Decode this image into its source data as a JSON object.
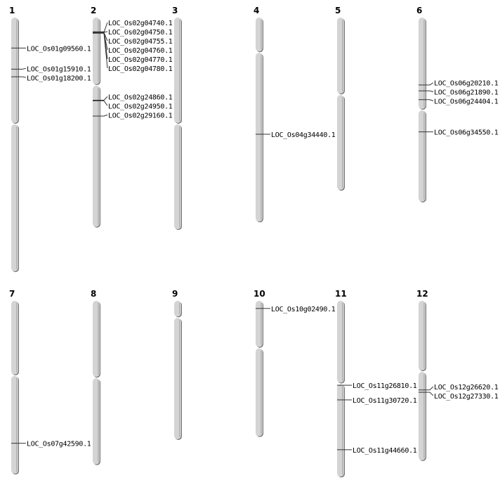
{
  "units": "Mb",
  "chromosomes": [
    {
      "name": "1",
      "length": 43.3,
      "centromere": 18.1,
      "markers": [
        {
          "label": "LOC_Os01g09560.1",
          "pos": 5.2
        },
        {
          "label": "LOC_Os01g15910.1",
          "pos": 8.8
        },
        {
          "label": "LOC_Os01g18200.1",
          "pos": 10.1
        }
      ]
    },
    {
      "name": "2",
      "length": 35.7,
      "centromere": 11.5,
      "markers": [
        {
          "label": "LOC_Os02g04740.1",
          "pos": 2.5
        },
        {
          "label": "LOC_Os02g04750.1",
          "pos": 2.5
        },
        {
          "label": "LOC_Os02g04755.1",
          "pos": 2.55
        },
        {
          "label": "LOC_Os02g04760.1",
          "pos": 2.55
        },
        {
          "label": "LOC_Os02g04770.1",
          "pos": 2.6
        },
        {
          "label": "LOC_Os02g04780.1",
          "pos": 2.6
        },
        {
          "label": "LOC_Os02g24860.1",
          "pos": 14.1
        },
        {
          "label": "LOC_Os02g24950.1",
          "pos": 14.2
        },
        {
          "label": "LOC_Os02g29160.1",
          "pos": 16.8
        }
      ]
    },
    {
      "name": "3",
      "length": 36.1,
      "centromere": 18.1,
      "markers": []
    },
    {
      "name": "4",
      "length": 34.8,
      "centromere": 5.9,
      "markers": [
        {
          "label": "LOC_Os04g34440.1",
          "pos": 19.9
        }
      ]
    },
    {
      "name": "5",
      "length": 29.4,
      "centromere": 13.1,
      "markers": []
    },
    {
      "name": "6",
      "length": 31.4,
      "centromere": 15.7,
      "markers": [
        {
          "label": "LOC_Os06g20210.1",
          "pos": 11.5
        },
        {
          "label": "LOC_Os06g21890.1",
          "pos": 12.5
        },
        {
          "label": "LOC_Os06g24404.1",
          "pos": 14.0
        },
        {
          "label": "LOC_Os06g34550.1",
          "pos": 19.5
        }
      ]
    },
    {
      "name": "7",
      "length": 29.5,
      "centromere": 12.7,
      "markers": [
        {
          "label": "LOC_Os07g42590.1",
          "pos": 24.3
        }
      ]
    },
    {
      "name": "8",
      "length": 27.9,
      "centromere": 13.1,
      "markers": []
    },
    {
      "name": "9",
      "length": 23.6,
      "centromere": 2.8,
      "markers": []
    },
    {
      "name": "10",
      "length": 23.1,
      "centromere": 8.0,
      "markers": [
        {
          "label": "LOC_Os10g02490.1",
          "pos": 1.3
        }
      ]
    },
    {
      "name": "11",
      "length": 30.0,
      "centromere": 14.1,
      "markers": [
        {
          "label": "LOC_Os11g26810.1",
          "pos": 14.4
        },
        {
          "label": "LOC_Os11g30720.1",
          "pos": 16.9
        },
        {
          "label": "LOC_Os11g44660.1",
          "pos": 25.4
        }
      ]
    },
    {
      "name": "12",
      "length": 27.2,
      "centromere": 12.0,
      "markers": [
        {
          "label": "LOC_Os12g26620.1",
          "pos": 15.2
        },
        {
          "label": "LOC_Os12g27330.1",
          "pos": 15.6
        }
      ]
    }
  ]
}
